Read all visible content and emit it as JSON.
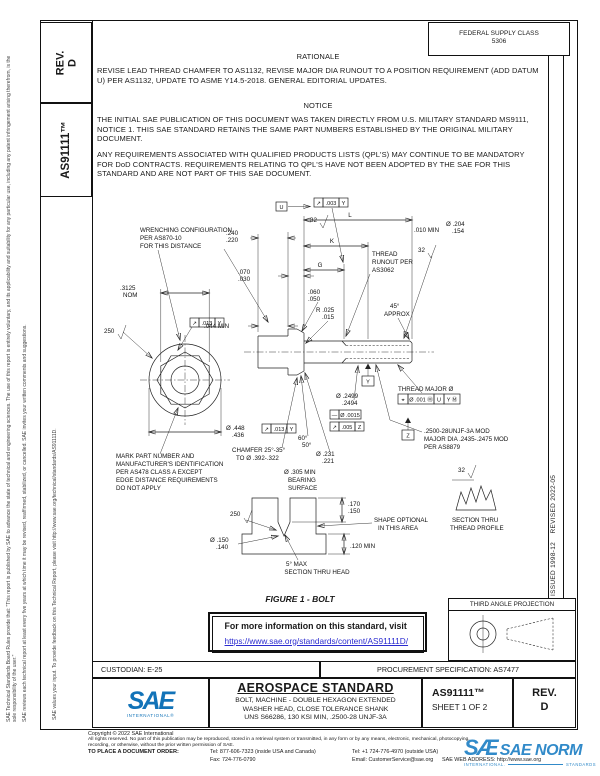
{
  "page": {
    "figure_caption": "FIGURE 1 - BOLT"
  },
  "margins": {
    "left_feedback": "SAE values your input. To provide feedback on this Technical Report, please visit http://www.sae.org/technical/standards/AS91111D.",
    "disclaimer_1": "SAE Technical Standards Board Rules provide that: \"This report is published by SAE to advance the state of technical and engineering sciences. The use of this report is entirely voluntary, and its applicability and suitability for any particular use, including any patent infringement arising therefrom, is the sole responsibility of the user.\"",
    "disclaimer_2": "SAE reviews each technical report at least every five years at which time it may be revised, reaffirmed, stabilized, or cancelled. SAE invites your written comments and suggestions.",
    "issued": "ISSUED 1998-12",
    "revised": "REVISED 2022-05"
  },
  "sidebar": {
    "rev_label": "REV.",
    "rev_value": "D",
    "doc_number": "AS91111™"
  },
  "fsc_box": {
    "line1": "FEDERAL SUPPLY CLASS",
    "line2": "5306"
  },
  "rationale": {
    "title": "RATIONALE",
    "body": "REVISE LEAD THREAD CHAMFER TO AS1132, REVISE MAJOR DIA RUNOUT TO A POSITION REQUIREMENT (ADD DATUM U) PER AS1132, UPDATE TO ASME Y14.5-2018. GENERAL EDITORIAL UPDATES."
  },
  "notice": {
    "title": "NOTICE",
    "para1": "THE INITIAL SAE PUBLICATION OF THIS DOCUMENT WAS TAKEN DIRECTLY FROM U.S. MILITARY STANDARD MS9111, NOTICE 1. THIS SAE STANDARD RETAINS THE SAME PART NUMBERS ESTABLISHED BY THE ORIGINAL MILITARY DOCUMENT.",
    "para2": "ANY REQUIREMENTS ASSOCIATED WITH QUALIFIED PRODUCTS LISTS (QPL'S) MAY CONTINUE TO BE MANDATORY FOR DoD CONTRACTS. REQUIREMENTS RELATING TO QPL'S HAVE NOT BEEN ADOPTED BY THE SAE FOR THIS STANDARD AND ARE NOT PART OF THIS SAE DOCUMENT."
  },
  "drawing": {
    "wrenching_note": [
      "WRENCHING CONFIGURATION",
      "PER AS870-10",
      "FOR THIS DISTANCE"
    ],
    "nom": [
      ".3125",
      "NOM"
    ],
    "finish_250": "250",
    "finish_32": "32",
    "fcf_top": {
      "sym": "↗",
      "tol": ".003",
      "datum": "Y"
    },
    "fcf_head": {
      "sym": "↗",
      "tol": ".013",
      "datum": "Y"
    },
    "fcf_straight": {
      "sym": "—",
      "tol": "Ø .0015"
    },
    "fcf_runout2": {
      "sym": "↗",
      "tol": ".005",
      "datum": "Z"
    },
    "fcf_position": {
      "sym": "⌖",
      "tol": "Ø .001 Ⓜ",
      "d1": "U",
      "d2": "Y Ⓜ"
    },
    "datum_u": "U",
    "datum_y": "Y",
    "datum_z": "Z",
    "dim_240": [
      ".240",
      ".220"
    ],
    "dim_070": [
      ".070",
      ".030"
    ],
    "dim_060": [
      ".060",
      ".050"
    ],
    "dim_r": [
      "R .025",
      ".015"
    ],
    "dim_044": ".044 MIN",
    "dim_L": "L",
    "dim_K": "K",
    "dim_G": "G",
    "thread_runout_note": [
      "THREAD",
      "RUNOUT PER",
      "AS3062"
    ],
    "dim_45": [
      "45°",
      "APPROX"
    ],
    "dim_010": ".010 MIN",
    "dim_204": [
      "Ø .204",
      ".154"
    ],
    "thread_major_label": "THREAD MAJOR Ø",
    "shank_dia": [
      "Ø .2499",
      ".2494"
    ],
    "thread_spec": [
      ".2500-28UNJF-3A MOD",
      "MAJOR DIA .2435-.2475 MOD",
      "PER AS8879"
    ],
    "chamfer_note": [
      "CHAMFER 25°-35°",
      "TO Ø .392-.322"
    ],
    "angle_60_50": [
      "60°",
      "50°"
    ],
    "lip_dia": [
      "Ø .231",
      ".221"
    ],
    "bearing_note": [
      "Ø .305 MIN",
      "BEARING",
      "SURFACE"
    ],
    "head_dia": [
      "Ø .448",
      ".436"
    ],
    "mark_note": [
      "MARK PART NUMBER AND",
      "MANUFACTURER'S IDENTIFICATION",
      "PER AS478 CLASS A EXCEPT",
      "EDGE DISTANCE REQUIREMENTS",
      "DO NOT APPLY"
    ],
    "hole_dia": [
      "Ø .150",
      ".140"
    ],
    "angle_5": "5° MAX",
    "recess_depth": [
      ".170",
      ".150"
    ],
    "shape_note": [
      "SHAPE OPTIONAL",
      "IN THIS AREA"
    ],
    "dim_120": ".120 MIN",
    "section_head_label": "SECTION THRU HEAD",
    "section_thread_label": [
      "SECTION THRU",
      "THREAD PROFILE"
    ]
  },
  "info_box": {
    "line1": "For more information on this standard, visit",
    "link": "https://www.sae.org/standards/content/AS91111D/"
  },
  "projection": {
    "label": "THIRD ANGLE PROJECTION"
  },
  "title_block": {
    "custodian": "CUSTODIAN: E-25",
    "procurement": "PROCUREMENT SPECIFICATION: AS7477",
    "heading": "AEROSPACE STANDARD",
    "title_line1": "BOLT, MACHINE - DOUBLE HEXAGON EXTENDED",
    "title_line2": "WASHER HEAD, CLOSE TOLERANCE SHANK",
    "title_line3": "UNS S66286, 130 KSI MIN, .2500-28 UNJF-3A",
    "doc_number": "AS91111™",
    "sheet": "SHEET 1 OF 2",
    "rev_label": "REV.",
    "rev_value": "D",
    "sae_logo": "SAE",
    "sae_logo_sub": "INTERNATIONAL®"
  },
  "footer": {
    "copyright": "Copyright © 2022 SAE International",
    "rights_1": "All rights reserved. No part of this publication may be reproduced, stored in a retrieval system or transmitted, in any form or by any means, electronic, mechanical, photocopying,",
    "rights_2": "recording, or otherwise, without the prior written permission of SAE.",
    "order_label": "TO PLACE A DOCUMENT ORDER:",
    "tel_inside": "Tel: 877-606-7323 (inside USA and Canada)",
    "fax": "Fax: 724-776-0790",
    "tel_outside": "Tel: +1 724-776-4970 (outside USA)",
    "email": "Email: CustomerService@sae.org",
    "web": "SAE WEB ADDRESS: http://www.sae.org",
    "norm_prefix": "SÆ",
    "norm_main": "SAE NORM",
    "norm_sub1": "INTERNATIONAL.",
    "norm_sub2": "STANDARDS"
  },
  "colors": {
    "sae_blue": "#1273b8",
    "link_blue": "#2b2bd0"
  }
}
